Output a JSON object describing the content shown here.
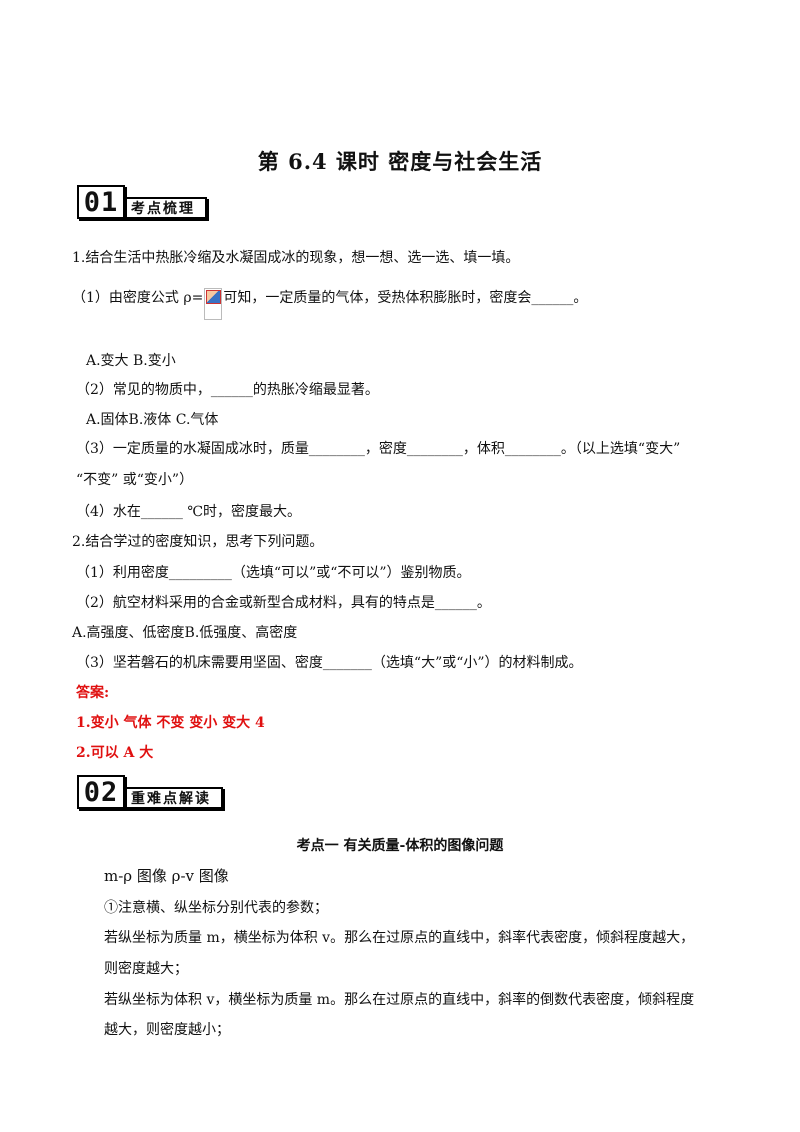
{
  "title": "第 6.4 课时  密度与社会生活",
  "section1": {
    "num": "01",
    "label": "考点梳理"
  },
  "section2": {
    "num": "02",
    "label": "重难点解读"
  },
  "content": {
    "q1_intro": "1.结合生活中热胀冷缩及水凝固成冰的现象，想一想、选一选、填一填。",
    "q1_1a": "（1）由密度公式 ρ=",
    "q1_1b": "可知，一定质量的气体，受热体积膨胀时，密度会______。",
    "q1_1_opts": "A.变大  B.变小",
    "q1_2": "（2）常见的物质中，______的热胀冷缩最显著。",
    "q1_2_opts": "A.固体B.液体    C.气体",
    "q1_3": "（3）一定质量的水凝固成冰时，质量________，密度________，体积________。（以上选填“变大”",
    "q1_3b": "“不变”    或“变小”）",
    "q1_4": "（4）水在______ ℃时，密度最大。",
    "q2_intro": "2.结合学过的密度知识，思考下列问题。",
    "q2_1": "（1）利用密度_________（选填“可以”或“不可以”）鉴别物质。",
    "q2_2": "（2）航空材料采用的合金或新型合成材料，具有的特点是______。",
    "q2_2_opts": "A.高强度、低密度B.低强度、高密度",
    "q2_3": "（3）坚若磐石的机床需要用坚固、密度_______（选填“大”或“小”）的材料制成。",
    "ans_label": "答案:",
    "ans_1": "1.变小  气体  不变  变小  变大  4",
    "ans_2": "2.可以  A 大",
    "kp1_title": "考点一  有关质量-体积的图像问题",
    "kp1_sub": "m-ρ 图像 ρ-v 图像",
    "kp1_l1": "①注意横、纵坐标分别代表的参数；",
    "kp1_l2": "若纵坐标为质量 m，横坐标为体积 v。那么在过原点的直线中，斜率代表密度，倾斜程度越大，",
    "kp1_l3": "则密度越大；",
    "kp1_l4": "若纵坐标为体积 v，横坐标为质量 m。那么在过原点的直线中，斜率的倒数代表密度，倾斜程度",
    "kp1_l5": "越大，则密度越小；"
  }
}
